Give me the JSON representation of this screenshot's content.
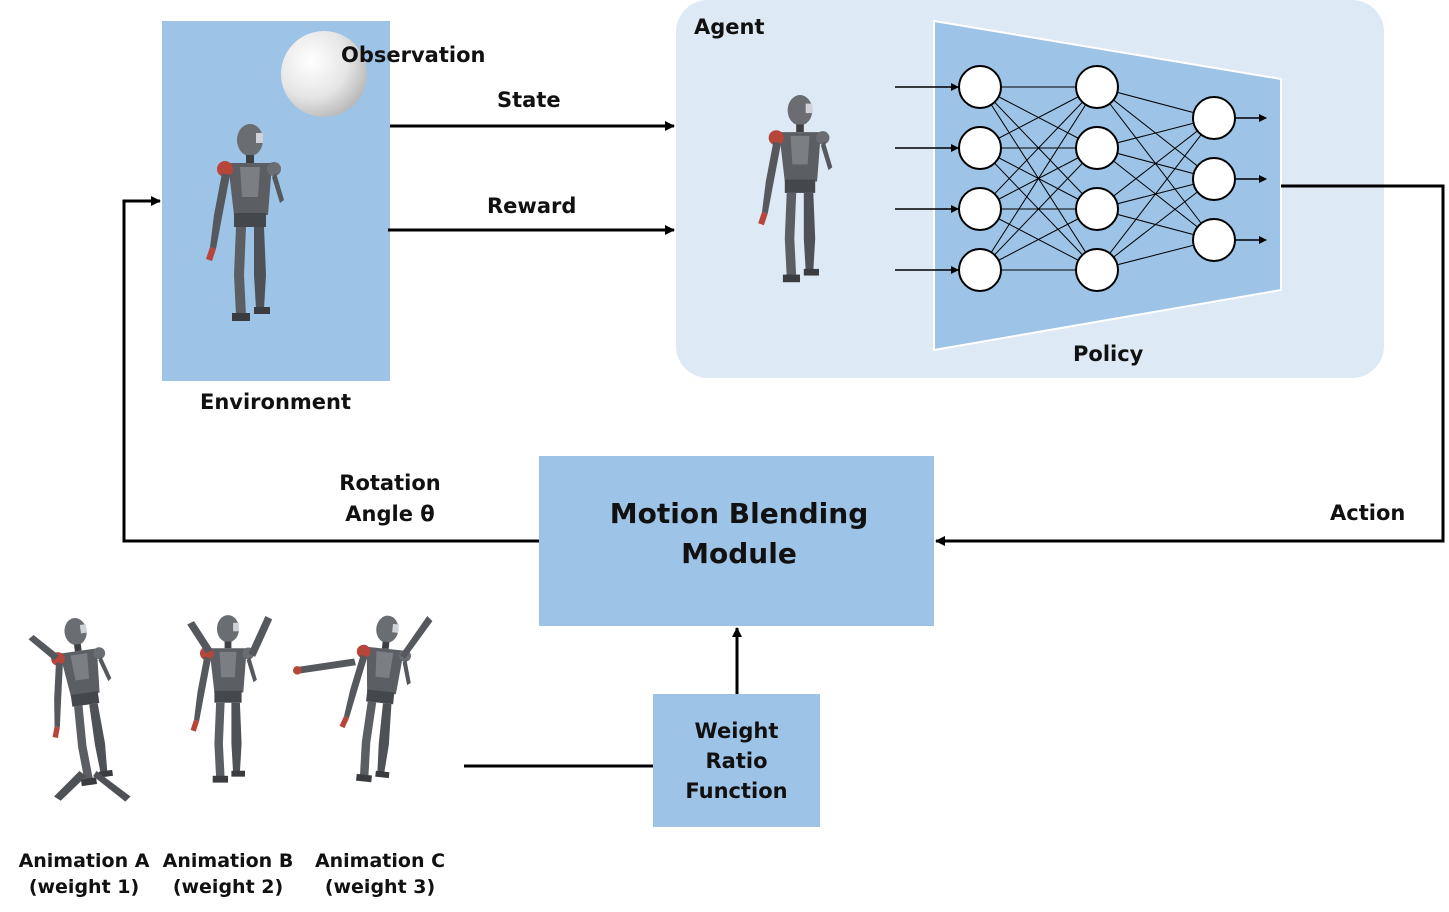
{
  "environment": {
    "observation_label": "Observation",
    "caption": "Environment"
  },
  "signals": {
    "state": "State",
    "reward": "Reward",
    "action": "Action",
    "rotation_line1": "Rotation",
    "rotation_line2": "Angle θ"
  },
  "agent": {
    "title": "Agent",
    "policy_label": "Policy",
    "network_layers": [
      4,
      4,
      3
    ]
  },
  "blending": {
    "line1": "Motion Blending",
    "line2": "Module"
  },
  "weight_function": {
    "line1": "Weight",
    "line2": "Ratio",
    "line3": "Function"
  },
  "animations": [
    {
      "name": "Animation A",
      "weight": "(weight 1)"
    },
    {
      "name": "Animation B",
      "weight": "(weight 2)"
    },
    {
      "name": "Animation C",
      "weight": "(weight 3)"
    }
  ],
  "colors": {
    "box_fill": "#9dc3e6",
    "agent_panel": "#dde9f5",
    "robot_body": "#5b5e63",
    "robot_accent": "#b8453a"
  }
}
